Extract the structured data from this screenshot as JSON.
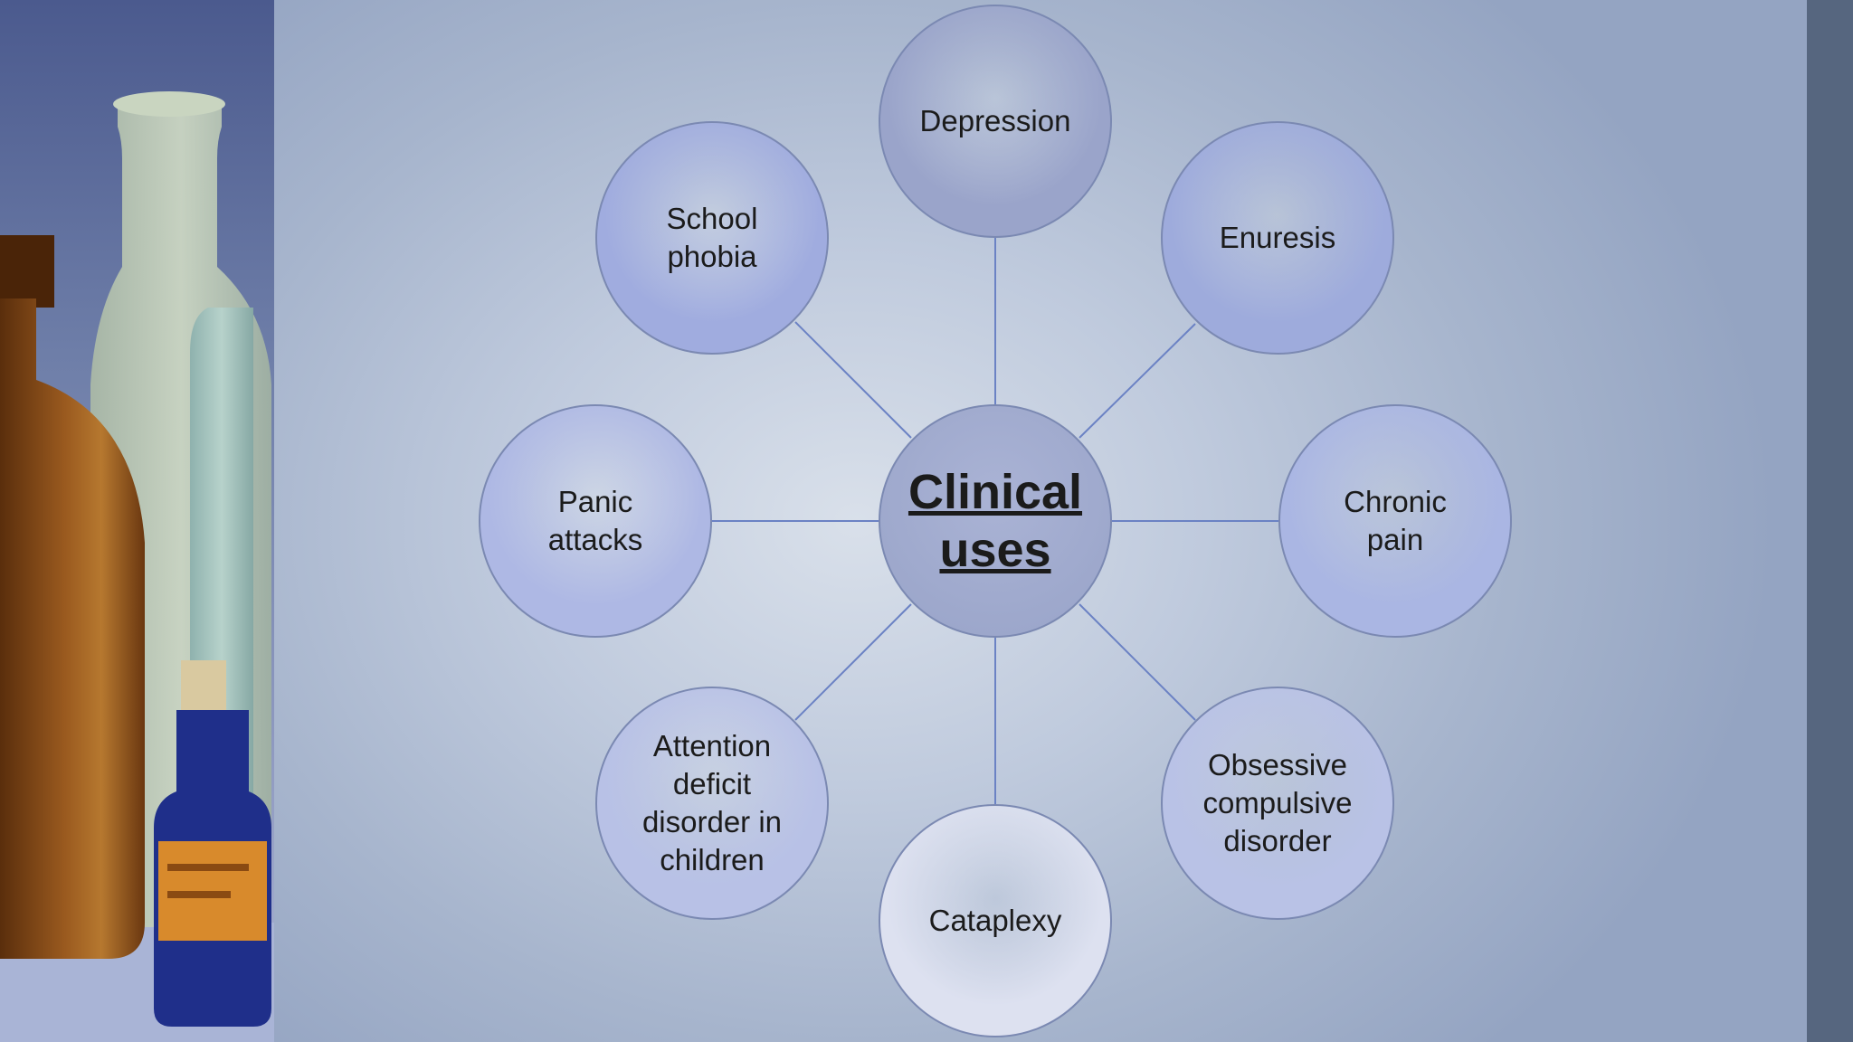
{
  "diagram": {
    "center": {
      "label": "Clinical\nuses",
      "color": "#98a3c8"
    },
    "nodes": [
      {
        "id": "depression",
        "label": "Depression",
        "color": "#9aa4ca"
      },
      {
        "id": "enuresis",
        "label": "Enuresis",
        "color": "#9eabdc"
      },
      {
        "id": "chronic-pain",
        "label": "Chronic\npain",
        "color": "#aab6e3"
      },
      {
        "id": "ocd",
        "label": "Obsessive\ncompulsive\ndisorder",
        "color": "#b9c2e6"
      },
      {
        "id": "cataplexy",
        "label": "Cataplexy",
        "color": "#dde1f0"
      },
      {
        "id": "adhd",
        "label": "Attention\ndeficit\ndisorder in\nchildren",
        "color": "#b8c1e6"
      },
      {
        "id": "panic-attacks",
        "label": "Panic\nattacks",
        "color": "#aeb8e4"
      },
      {
        "id": "school-phobia",
        "label": "School\nphobia",
        "color": "#a0acdf"
      }
    ],
    "connector_color": "#6b82c4"
  }
}
